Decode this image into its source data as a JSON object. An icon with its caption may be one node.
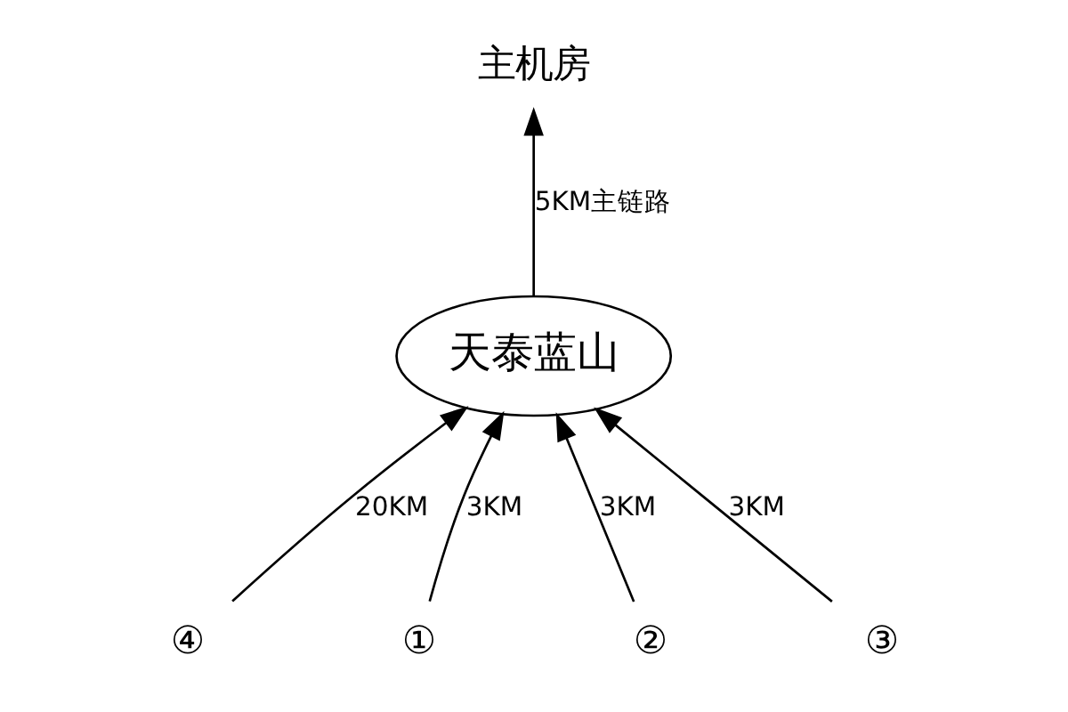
{
  "diagram": {
    "nodes": [
      {
        "text": [
          "主机房"
        ]
      },
      {
        "text": [
          "④"
        ]
      },
      {
        "text": [
          "天泰蓝山"
        ]
      },
      {
        "text": [
          "①"
        ]
      },
      {
        "text": [
          "②"
        ]
      },
      {
        "text": [
          "③"
        ]
      }
    ],
    "edges": [
      {
        "from": 2,
        "to": 0,
        "arrow": "to",
        "label": "5KM主链路"
      },
      {
        "from": 1,
        "to": 2,
        "arrow": "to",
        "label": "20KM"
      },
      {
        "from": 3,
        "to": 2,
        "arrow": "to",
        "label": "3KM"
      },
      {
        "from": 4,
        "to": 2,
        "arrow": "to",
        "label": "3KM"
      },
      {
        "from": 5,
        "to": 2,
        "arrow": "to",
        "label": "3KM"
      }
    ]
  }
}
